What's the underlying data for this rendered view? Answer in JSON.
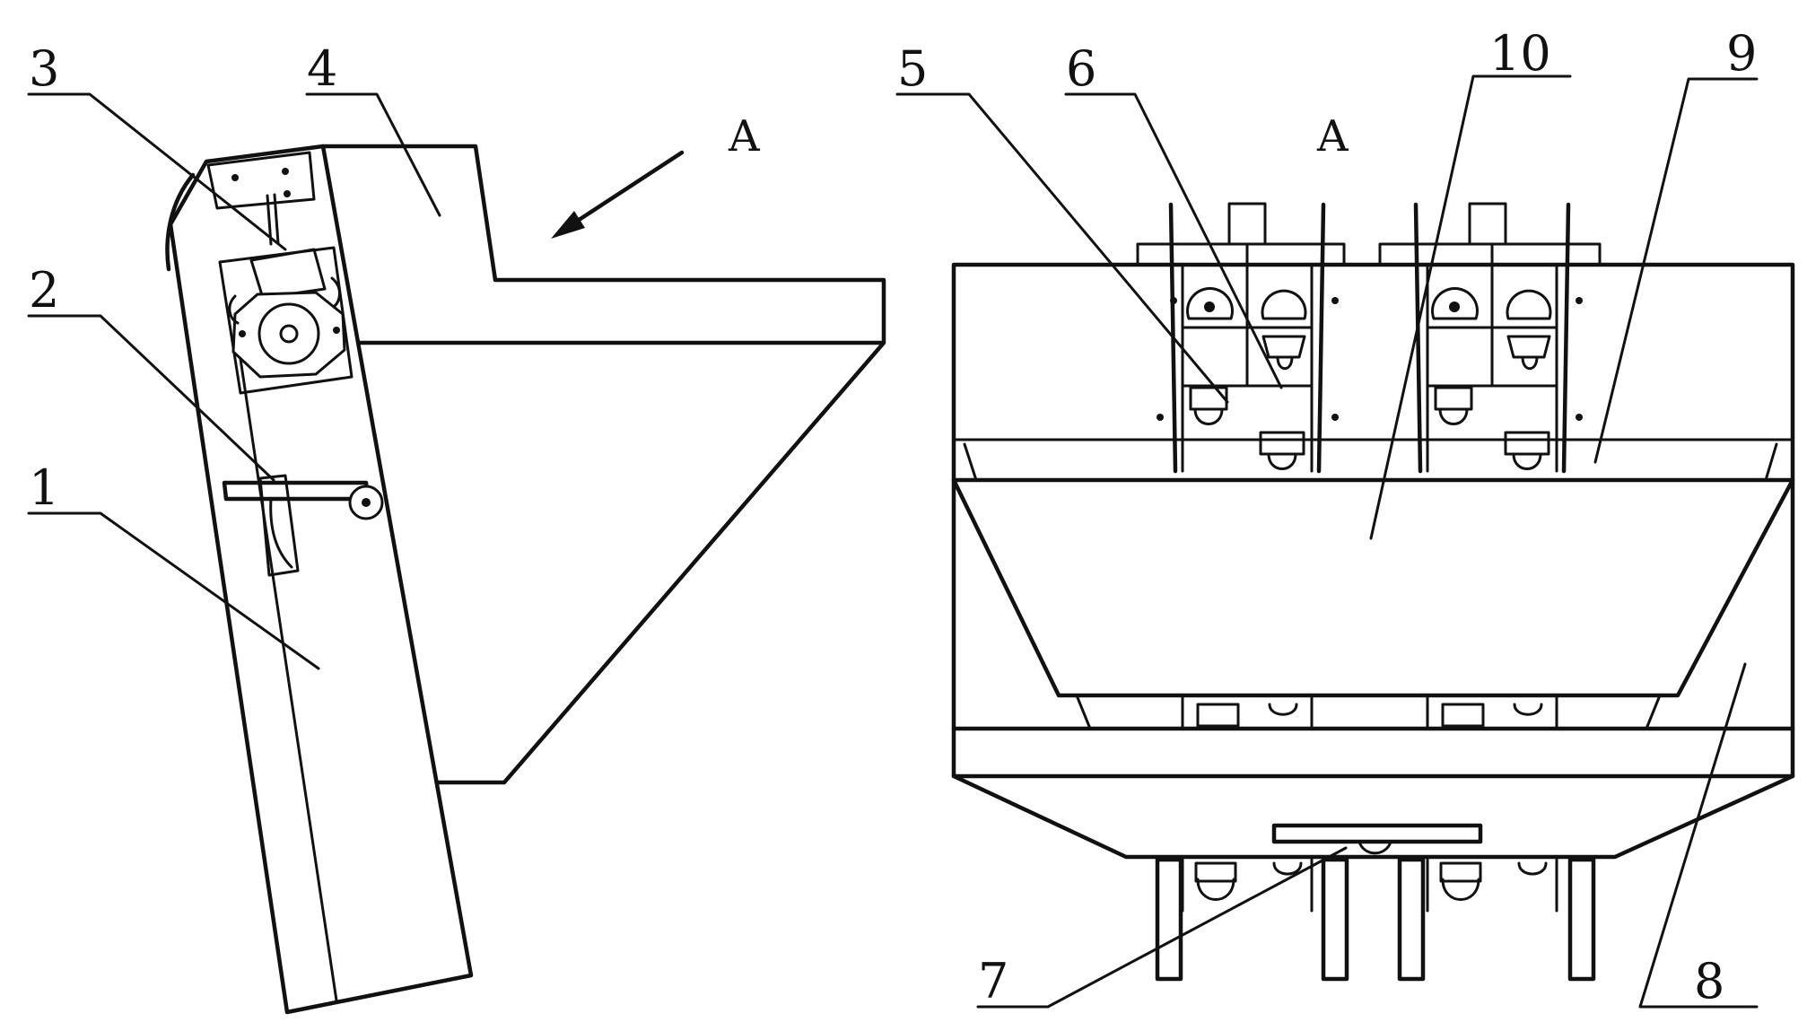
{
  "callouts": {
    "c1": "1",
    "c2": "2",
    "c3": "3",
    "c4": "4",
    "c5": "5",
    "c6": "6",
    "c7": "7",
    "c8": "8",
    "c9": "9",
    "c10": "10"
  },
  "view_marks": {
    "arrow_label": "A",
    "view_title": "A"
  },
  "colors": {
    "line": "#111111",
    "background": "#ffffff"
  }
}
